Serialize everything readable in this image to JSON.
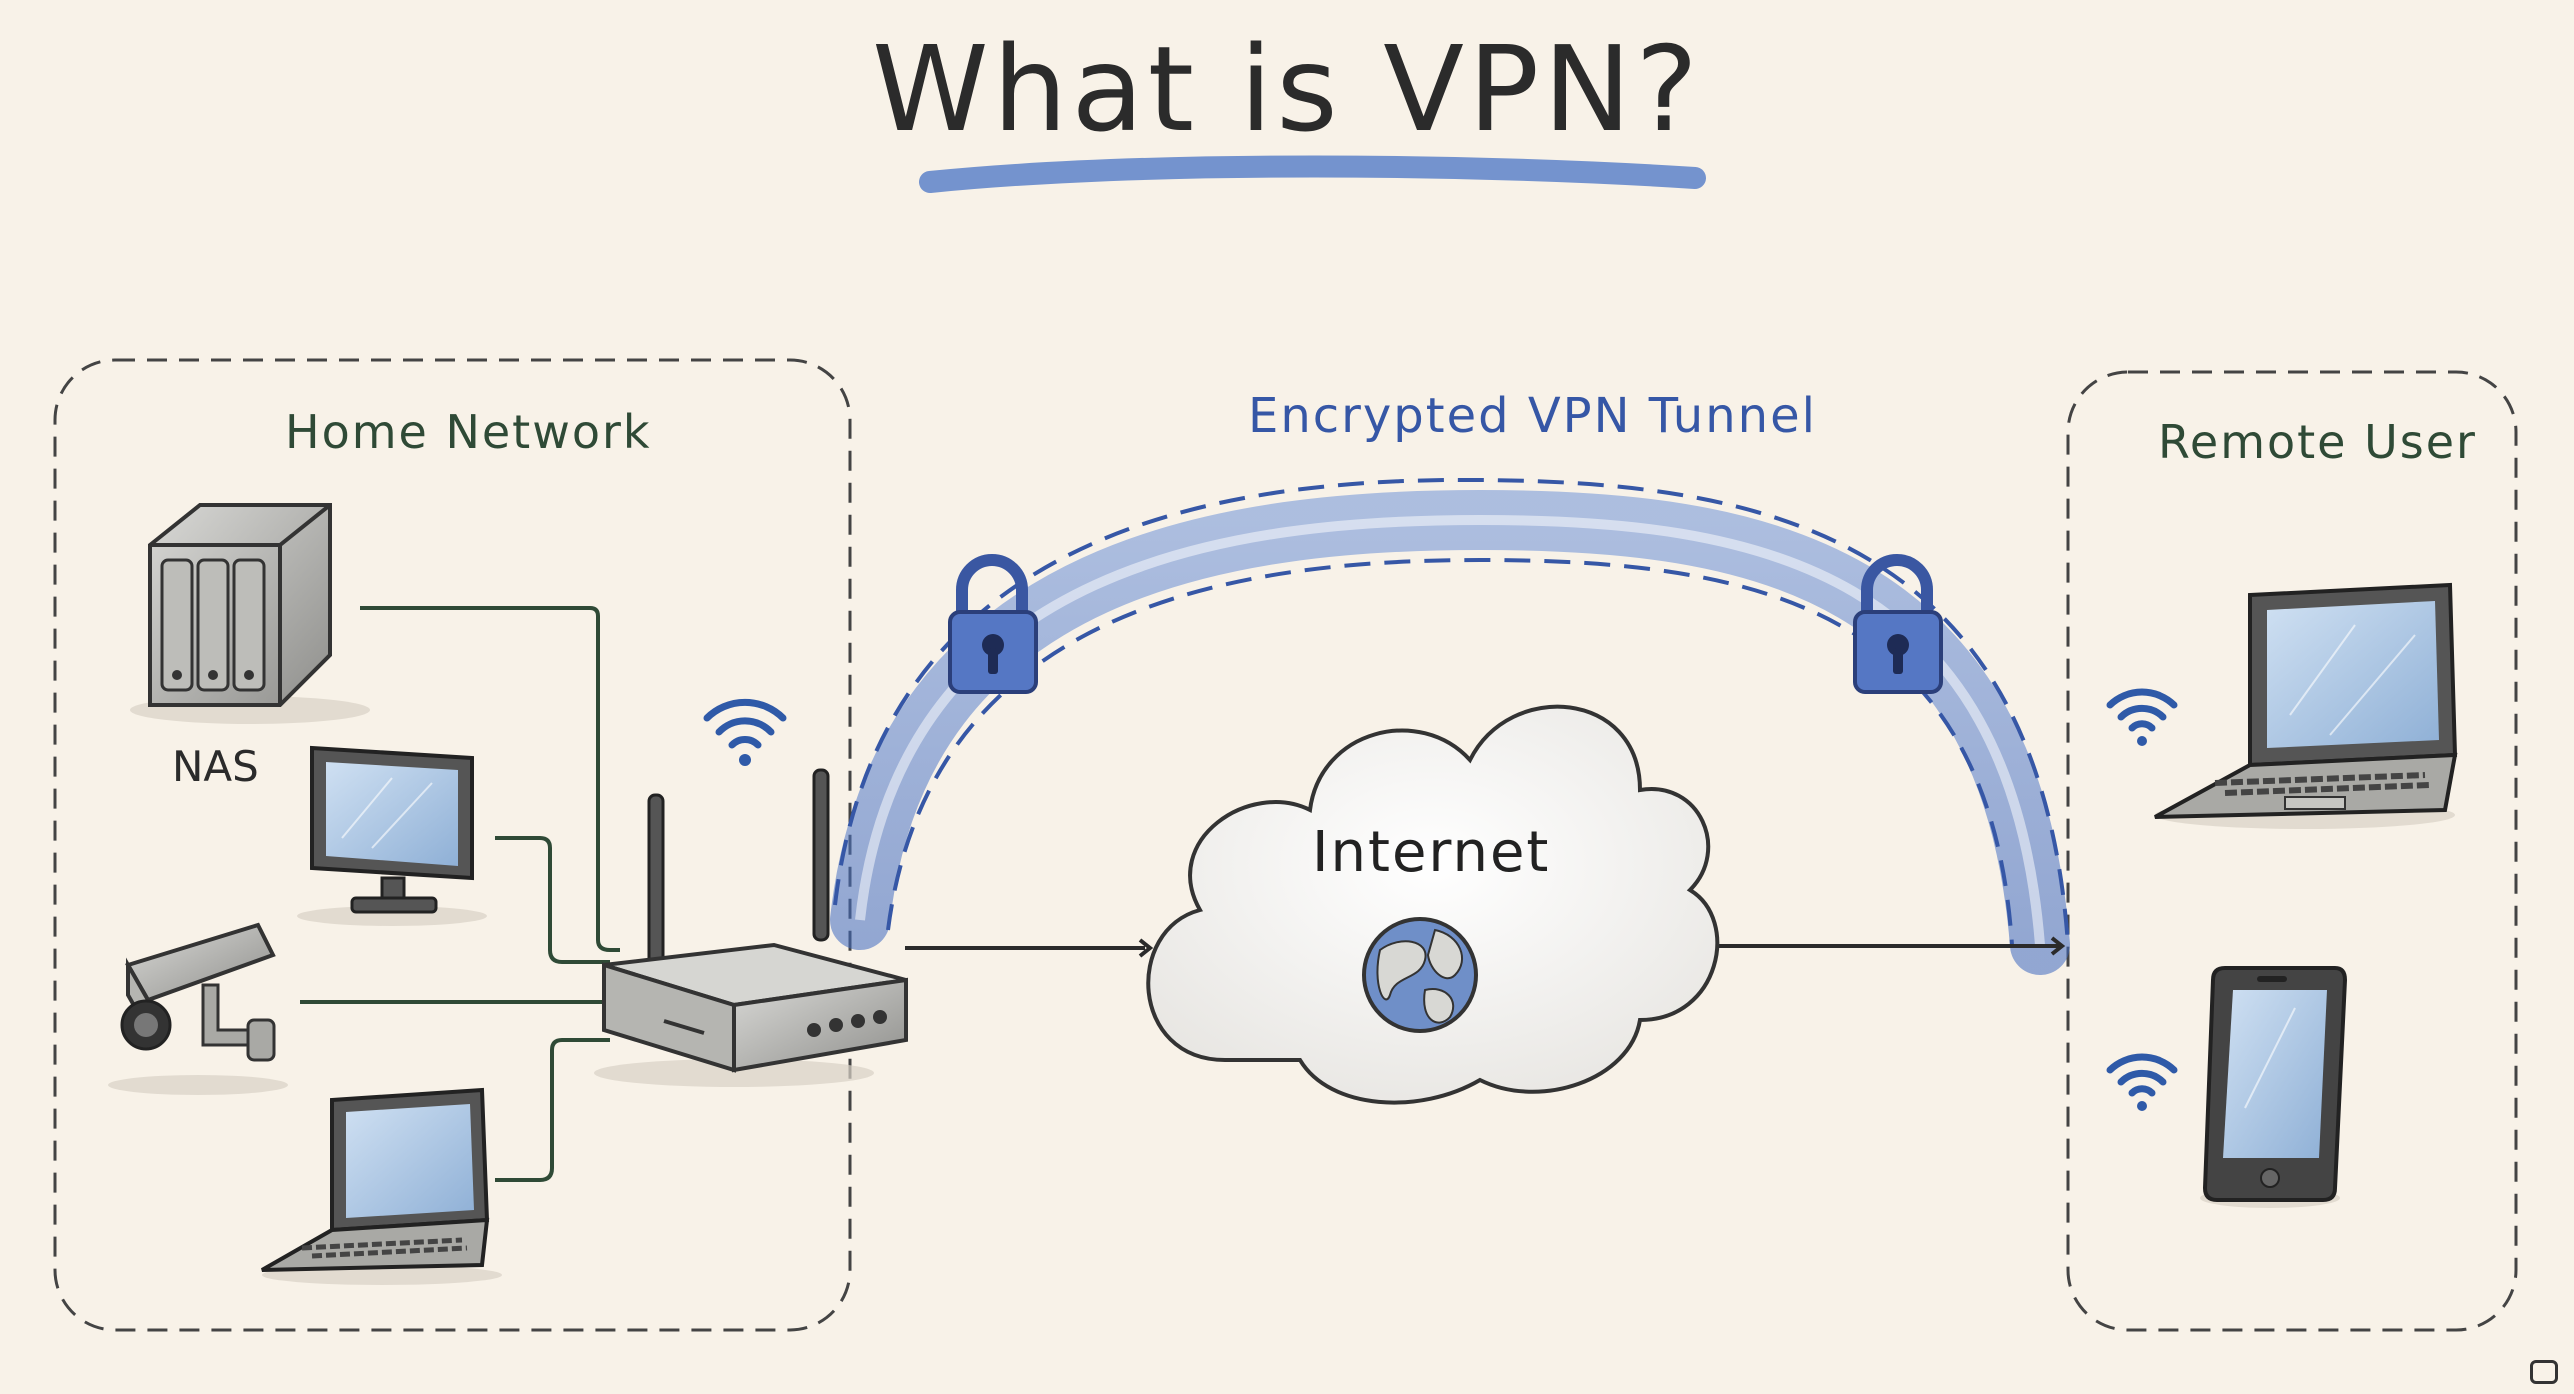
{
  "title": "What is VPN?",
  "groups": {
    "home": {
      "label": "Home Network"
    },
    "remote": {
      "label": "Remote User"
    }
  },
  "tunnel": {
    "label": "Encrypted VPN Tunnel"
  },
  "devices": {
    "nas": {
      "label": "NAS"
    }
  },
  "cloud": {
    "label": "Internet"
  },
  "colors": {
    "background": "#f8f2e8",
    "tunnel": "#4f78c8",
    "line": "#2f4a36",
    "lock": "#5577c4",
    "wifi": "#2f5aa8"
  },
  "icons": [
    "nas-icon",
    "monitor-icon",
    "camera-icon",
    "laptop-icon",
    "router-icon",
    "wifi-icon",
    "lock-icon",
    "globe-icon",
    "cloud-icon",
    "phone-icon"
  ]
}
